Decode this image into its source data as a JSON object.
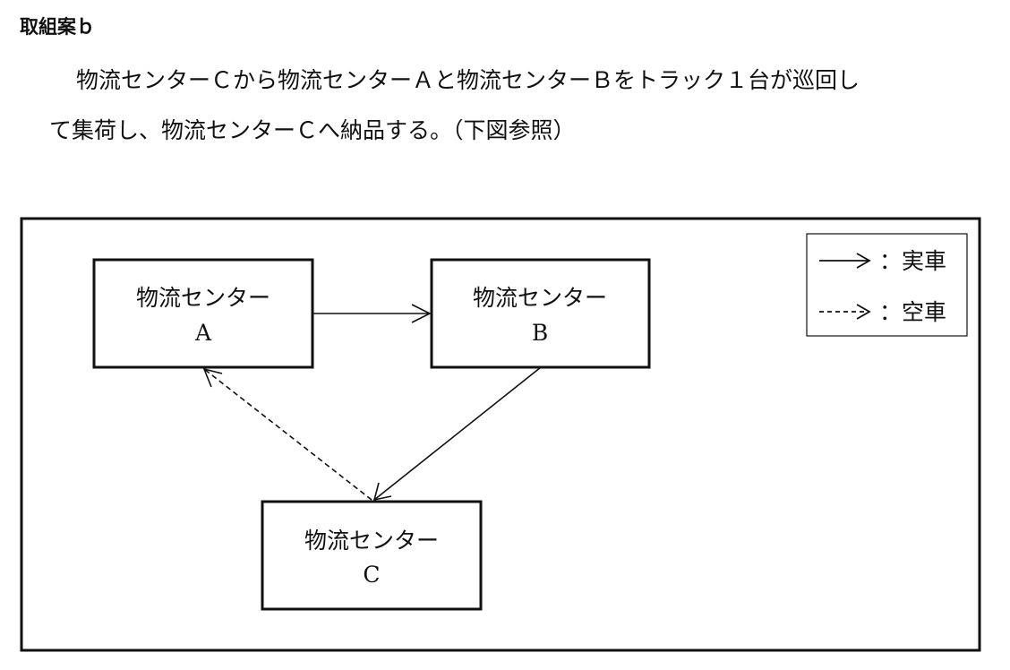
{
  "heading": "取組案ｂ",
  "paragraph": {
    "line1": "物流センターＣから物流センターＡと物流センターＢをトラック１台が巡回し",
    "line2": "て集荷し、物流センターＣへ納品する。（下図参照）"
  },
  "diagram": {
    "nodes": [
      {
        "id": "A",
        "label": "物流センター",
        "sublabel": "A"
      },
      {
        "id": "B",
        "label": "物流センター",
        "sublabel": "B"
      },
      {
        "id": "C",
        "label": "物流センター",
        "sublabel": "C"
      }
    ],
    "edges": [
      {
        "from": "A",
        "to": "B",
        "style": "solid"
      },
      {
        "from": "B",
        "to": "C",
        "style": "solid"
      },
      {
        "from": "C",
        "to": "A",
        "style": "dashed"
      }
    ],
    "legend": {
      "solid_label": "：実車",
      "dashed_label": "：空車"
    },
    "colors": {
      "stroke": "#111111",
      "background": "#ffffff"
    }
  }
}
